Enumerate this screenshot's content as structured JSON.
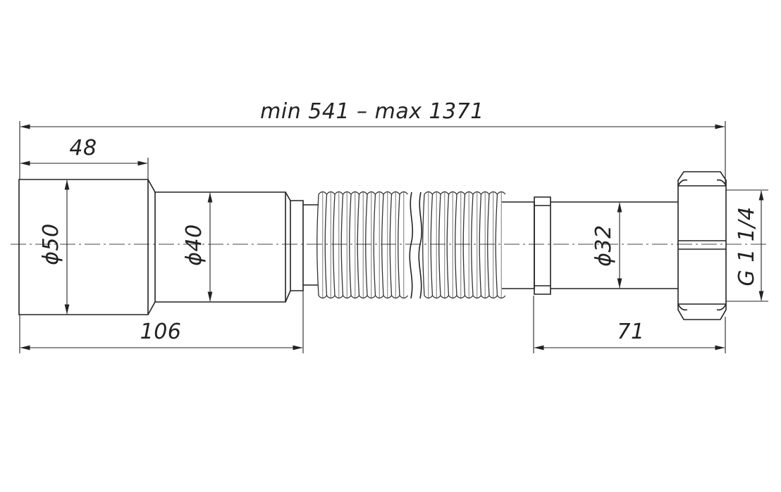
{
  "drawing": {
    "overall_length": "min 541 – max 1371",
    "socket_length": "48",
    "left_length": "106",
    "right_length": "71",
    "diameter_socket": "ϕ50",
    "diameter_middle": "ϕ40",
    "diameter_outlet": "ϕ32",
    "thread": "G 1 1/4"
  }
}
